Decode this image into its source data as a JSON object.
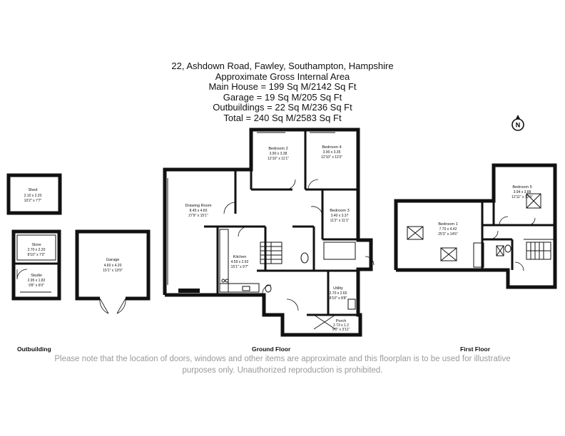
{
  "header": {
    "address": "22, Ashdown Road, Fawley, Southampton, Hampshire",
    "area_title": "Approximate Gross Internal Area",
    "main_house": "Main House = 199 Sq M/2142 Sq Ft",
    "garage": "Garage = 19 Sq M/205 Sq Ft",
    "outbuildings": "Outbuildings = 22 Sq M/236 Sq Ft",
    "total": "Total = 240 Sq M/2583 Sq Ft"
  },
  "compass": {
    "label": "N"
  },
  "floors": {
    "outbuilding": "Outbuilding",
    "ground": "Ground Floor",
    "first": "First Floor"
  },
  "rooms": {
    "shed": {
      "name": "Shed",
      "metric": "2.10 x 2.20",
      "imperial": "10'2\" x 7'7\""
    },
    "store": {
      "name": "Store",
      "metric": "2.70 x 2.20",
      "imperial": "8'10\" x 7'2\""
    },
    "studio": {
      "name": "Studio",
      "metric": "2.95 x 1.82",
      "imperial": "9'8\" x 6'0\""
    },
    "garage": {
      "name": "Garage",
      "metric": "4.60 x 4.20",
      "imperial": "15'1\" x 13'9\""
    },
    "drawing_room": {
      "name": "Drawing Room",
      "metric": "8.45 x 4.60",
      "imperial": "27'9\" x 15'1\""
    },
    "bedroom2": {
      "name": "Bedroom 2",
      "metric": "3.90 x 3.38",
      "imperial": "12'10\" x 11'1\""
    },
    "bedroom4": {
      "name": "Bedroom 4",
      "metric": "3.90 x 3.35",
      "imperial": "12'10\" x 11'0\""
    },
    "bedroom3": {
      "name": "Bedroom 3",
      "metric": "3.40 x 3.37",
      "imperial": "11'2\" x 11'1\""
    },
    "kitchen": {
      "name": "Kitchen",
      "metric": "4.59 x 2.92",
      "imperial": "15'1\" x 9'7\""
    },
    "utility": {
      "name": "Utility",
      "metric": "2.70 x 2.65",
      "imperial": "8'10\" x 8'8\""
    },
    "porch": {
      "name": "Porch",
      "metric": "2.73 x 1.2",
      "imperial": "9'0\" x 3'11\""
    },
    "bedroom1": {
      "name": "Bedroom 1",
      "metric": "7.70 x 4.42",
      "imperial": "25'3\" x 14'6\""
    },
    "bedroom5": {
      "name": "Bedroom 5",
      "metric": "3.94 x 3.88",
      "imperial": "12'11\" x 12'9\""
    }
  },
  "disclaimer": {
    "line1": "Please note that the location of doors, windows and other items are approximate and this floorplan is to be used for illustrative",
    "line2": "purposes only. Unauthorized reproduction is prohibited."
  }
}
